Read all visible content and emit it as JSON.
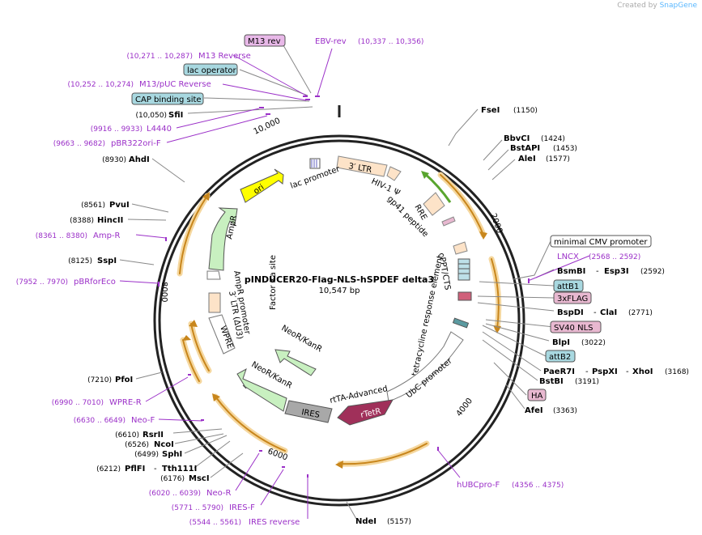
{
  "brand": {
    "created_by": "Created by",
    "product": "SnapGene"
  },
  "plasmid": {
    "name": "pINDUCER20-Flag-NLS-hSPDEF delta3",
    "size": "10,547 bp"
  },
  "ticks": [
    "2000",
    "4000",
    "6000",
    "8000",
    "10,000"
  ],
  "enzymes_right": [
    {
      "name": "FseI",
      "pos": "(1150)"
    },
    {
      "name": "BbvCI",
      "pos": "(1424)"
    },
    {
      "name": "BstAPI",
      "pos": "(1453)"
    },
    {
      "name": "AleI",
      "pos": "(1577)"
    },
    {
      "name": "BsmBI",
      "sep": "-",
      "name2": "Esp3I",
      "pos": "(2592)"
    },
    {
      "name": "BspDI",
      "sep": "-",
      "name2": "ClaI",
      "pos": "(2771)"
    },
    {
      "name": "BlpI",
      "pos": "(3022)"
    },
    {
      "name": "PaeR7I",
      "sep": "-",
      "name2": "PspXI",
      "sep2": "-",
      "name3": "XhoI",
      "pos": "(3168)"
    },
    {
      "name": "BstBI",
      "pos": "(3191)"
    },
    {
      "name": "AfeI",
      "pos": "(3363)"
    }
  ],
  "enzymes_left": [
    {
      "name": "SfiI",
      "pos": "(10,050)"
    },
    {
      "name": "AhdI",
      "pos": "(8930)"
    },
    {
      "name": "PvuI",
      "pos": "(8561)"
    },
    {
      "name": "HincII",
      "pos": "(8388)"
    },
    {
      "name": "SspI",
      "pos": "(8125)"
    },
    {
      "name": "PfoI",
      "pos": "(7210)"
    },
    {
      "name": "RsrII",
      "pos": "(6610)"
    },
    {
      "name": "NcoI",
      "pos": "(6526)"
    },
    {
      "name": "SphI",
      "pos": "(6499)"
    },
    {
      "name": "PflFI",
      "sep": "-",
      "name2": "Tth111I",
      "pos": "(6212)"
    },
    {
      "name": "MscI",
      "pos": "(6176)"
    },
    {
      "name": "NdeI",
      "pos": "(5157)"
    }
  ],
  "primers": [
    {
      "name": "EBV-rev",
      "range": "(10,337 .. 10,356)"
    },
    {
      "name": "M13 Reverse",
      "range": "(10,271 .. 10,287)"
    },
    {
      "name": "M13/pUC Reverse",
      "range": "(10,252 .. 10,274)"
    },
    {
      "name": "L4440",
      "range": "(9916 .. 9933)"
    },
    {
      "name": "pBR322ori-F",
      "range": "(9663 .. 9682)"
    },
    {
      "name": "Amp-R",
      "range": "(8361 .. 8380)"
    },
    {
      "name": "pBRforEco",
      "range": "(7952 .. 7970)"
    },
    {
      "name": "WPRE-R",
      "range": "(6990 .. 7010)"
    },
    {
      "name": "Neo-F",
      "range": "(6630 .. 6649)"
    },
    {
      "name": "Neo-R",
      "range": "(6020 .. 6039)"
    },
    {
      "name": "IRES-F",
      "range": "(5771 .. 5790)"
    },
    {
      "name": "IRES reverse",
      "range": "(5544 .. 5561)"
    },
    {
      "name": "LNCX",
      "range": "(2568 .. 2592)"
    },
    {
      "name": "hUBCpro-F",
      "range": "(4356 .. 4375)"
    }
  ],
  "boxed_features": {
    "m13_rev": "M13 rev",
    "lac_operator": "lac operator",
    "cap_binding_site": "CAP binding site",
    "minimal_cmv": "minimal CMV promoter",
    "attb1": "attB1",
    "flag": "3xFLAG",
    "sv40_nls": "SV40 NLS",
    "attb2": "attB2",
    "ha": "HA"
  },
  "inner_features": {
    "three_ltr": "3′ LTR",
    "hiv_psi": "HIV-1 Ψ",
    "rre": "RRE",
    "gp41": "gp41 peptide",
    "cppt": "cPPT/CTS",
    "tre": "tetracycline response element",
    "ubc": "UbC promoter",
    "rtetr": "rTetR",
    "rtta": "rtTA-Advanced",
    "ires": "IRES",
    "neokan_outer": "NeoR/KanR",
    "neokan_inner": "NeoR/KanR",
    "factor_xa": "Factor Xa site",
    "wpre": "WPRE",
    "ltr_du3": "3′ LTR (ΔU3)",
    "ampr_promoter": "AmpR promoter",
    "ampr": "AmpR",
    "ori": "ori",
    "lac_promoter": "lac promoter"
  },
  "colors": {
    "enzyme": "#000000",
    "primer": "#9b30c8",
    "orange_arrow": "#e8a93a",
    "ori": "#ffff00",
    "green_feature": "#c8f0c0",
    "rtetr": "#a0305a",
    "teal_box": "#a8d8e0",
    "pink_box": "#e8b8d0"
  }
}
